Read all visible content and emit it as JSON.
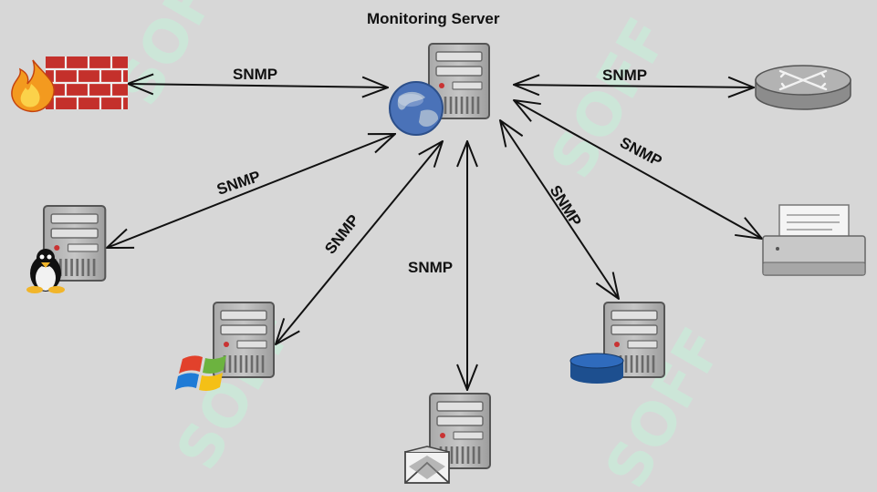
{
  "title": "Monitoring Server",
  "protocol_labels": {
    "firewall": "SNMP",
    "router": "SNMP",
    "linux": "SNMP",
    "windows": "SNMP",
    "mail": "SNMP",
    "database": "SNMP",
    "printer": "SNMP"
  },
  "watermark": [
    "SOFF",
    "SOFF",
    "SOFF",
    "SOFF"
  ],
  "colors": {
    "background": "#d7d7d7",
    "server_body": "#bdbdbd",
    "firewall_brick": "#c4302b",
    "database": "#1d4f8f",
    "watermark": "#c9ebd9"
  }
}
